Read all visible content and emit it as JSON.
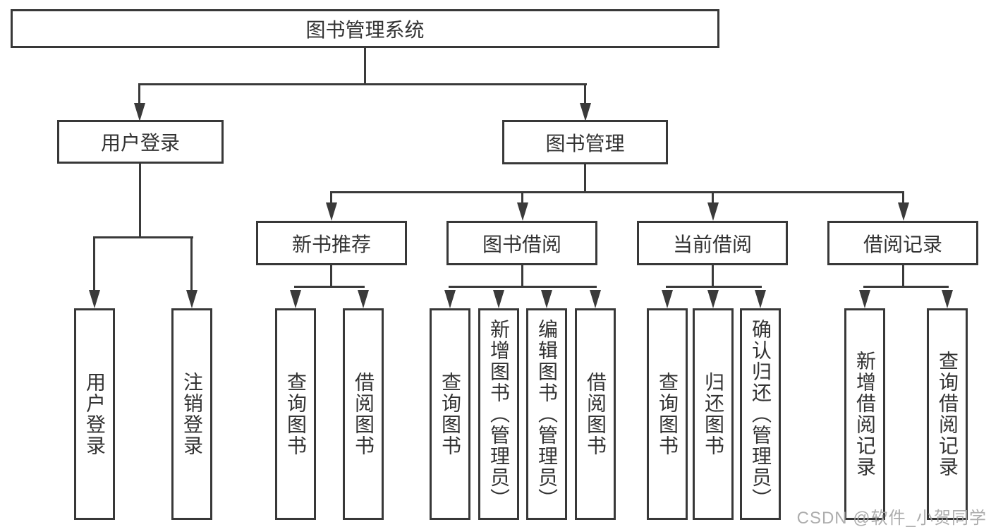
{
  "diagram_title": "图书管理系统",
  "colors": {
    "line": "#3a3a3a",
    "border": "#383838",
    "text": "#333333",
    "background": "#ffffff",
    "watermark": "#a6a6a6"
  },
  "tree": {
    "label": "图书管理系统",
    "children": [
      {
        "label": "用户登录",
        "children": [
          {
            "label": "用户登录"
          },
          {
            "label": "注销登录"
          }
        ]
      },
      {
        "label": "图书管理",
        "children": [
          {
            "label": "新书推荐",
            "children": [
              {
                "label": "查询图书"
              },
              {
                "label": "借阅图书"
              }
            ]
          },
          {
            "label": "图书借阅",
            "children": [
              {
                "label": "查询图书"
              },
              {
                "label": "新增图书（管理员）"
              },
              {
                "label": "编辑图书（管理员）"
              },
              {
                "label": "借阅图书"
              }
            ]
          },
          {
            "label": "当前借阅",
            "children": [
              {
                "label": "查询图书"
              },
              {
                "label": "归还图书"
              },
              {
                "label": "确认归还（管理员）"
              }
            ]
          },
          {
            "label": "借阅记录",
            "children": [
              {
                "label": "新增借阅记录"
              },
              {
                "label": "查询借阅记录"
              }
            ]
          }
        ]
      }
    ]
  },
  "watermark": {
    "text": "CSDN @软件_小贺同学"
  }
}
